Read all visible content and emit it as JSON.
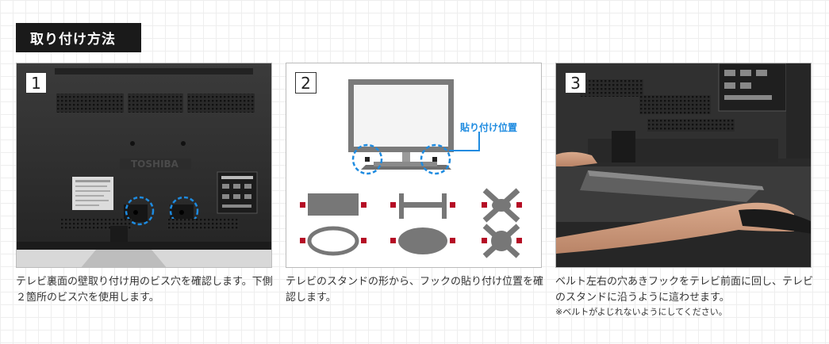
{
  "header": {
    "title": "取り付け方法"
  },
  "steps": [
    {
      "number": "1",
      "caption": "テレビ裏面の壁取り付け用のビス穴を確認します。下側２箇所のビス穴を使用します。",
      "brand_logo": "TOSHIBA"
    },
    {
      "number": "2",
      "caption": "テレビのスタンドの形から、フックの貼り付け位置を確認します。",
      "callout_label": "貼り付け位置"
    },
    {
      "number": "3",
      "caption": "ベルト左右の穴あきフックをテレビ前面に回し、テレビのスタンドに沿うように這わせます。",
      "note": "※ベルトがよじれないようにしてください。"
    }
  ],
  "colors": {
    "accent_blue": "#1e8be0",
    "marker_red": "#b50d25",
    "title_bg": "#1a1a1a"
  }
}
